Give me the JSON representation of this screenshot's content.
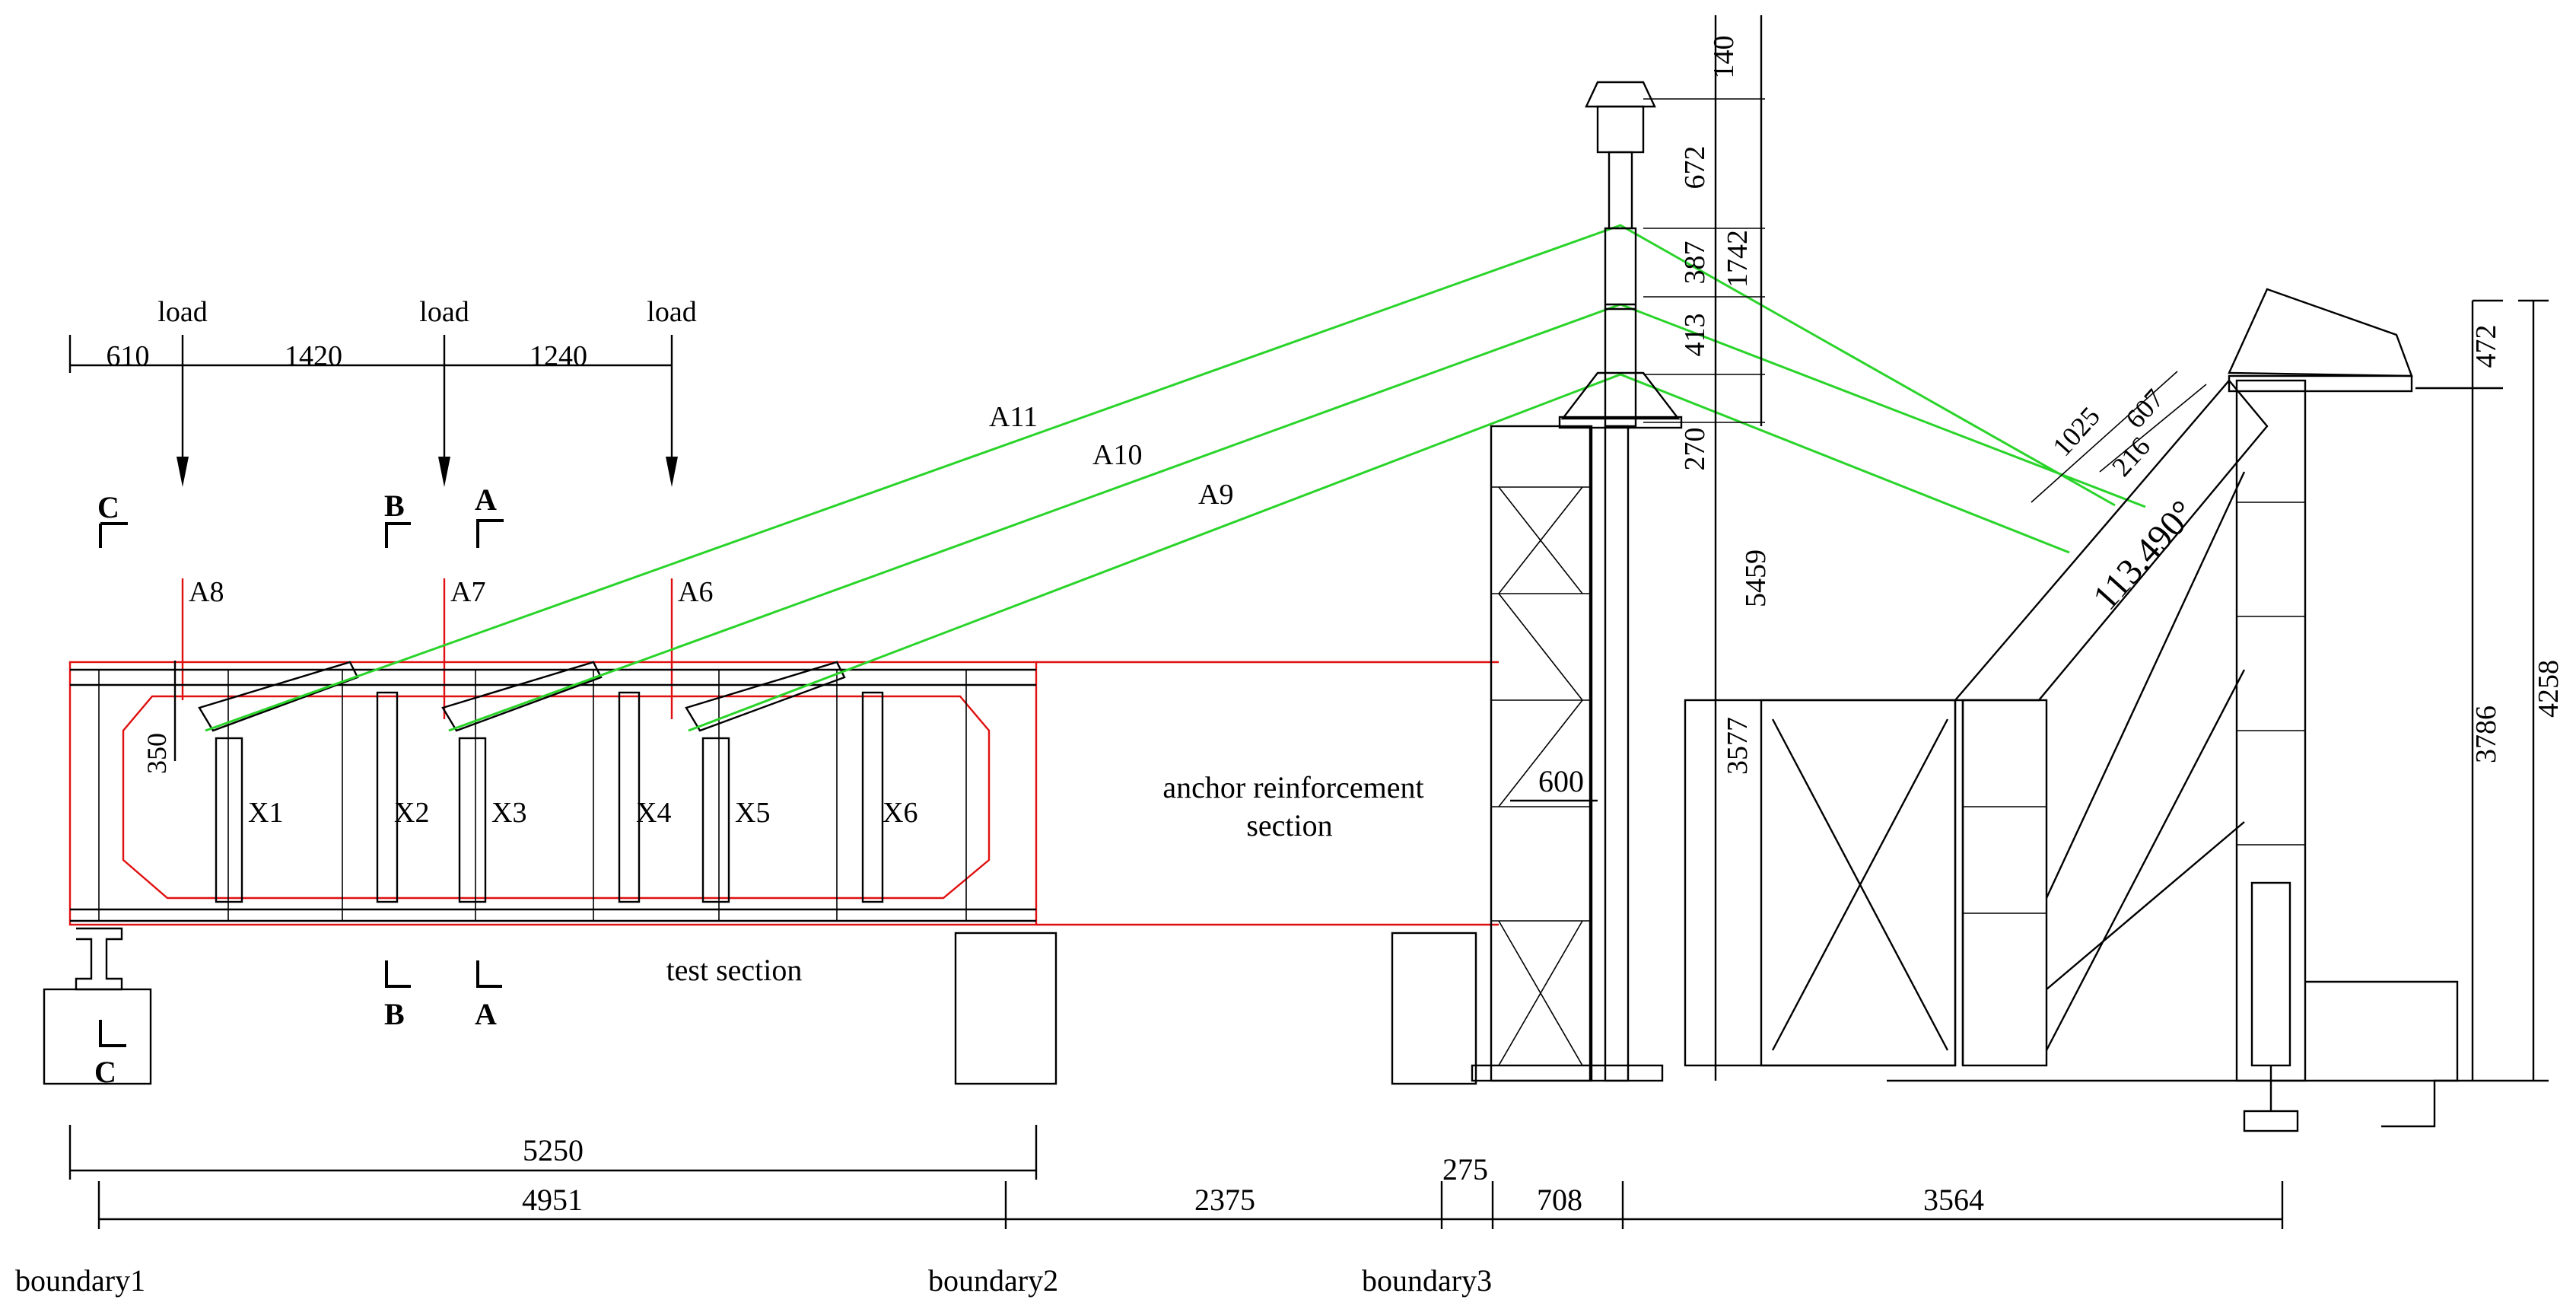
{
  "loads": {
    "label": "load",
    "spacings": [
      "610",
      "1420",
      "1240"
    ]
  },
  "sections": {
    "c": "C",
    "b": "B",
    "a": "A"
  },
  "anchors": {
    "a6": "A6",
    "a7": "A7",
    "a8": "A8",
    "a9": "A9",
    "a10": "A10",
    "a11": "A11"
  },
  "diaphragms": [
    "X1",
    "X2",
    "X3",
    "X4",
    "X5",
    "X6"
  ],
  "labels": {
    "test_section": "test  section",
    "anchor_line1": "anchor  reinforcement",
    "anchor_line2": "section"
  },
  "dims": {
    "d350": "350",
    "d600": "600",
    "d3577": "3577",
    "d5459": "5459",
    "d140": "140",
    "d672": "672",
    "d387": "387",
    "d1742": "1742",
    "d413": "413",
    "d270": "270",
    "d1025": "1025",
    "d607": "607",
    "d216": "216",
    "angle": "113.490°",
    "d472": "472",
    "d3786": "3786",
    "d4258": "4258",
    "d5250": "5250",
    "d4951": "4951",
    "d2375": "2375",
    "d275": "275",
    "d708": "708",
    "d3564": "3564"
  },
  "boundaries": {
    "b1": "boundary1",
    "b2": "boundary2",
    "b3": "boundary3"
  },
  "colors": {
    "test_outline": "#e01010",
    "cable": "#2ad42a",
    "structure": "#000000"
  }
}
